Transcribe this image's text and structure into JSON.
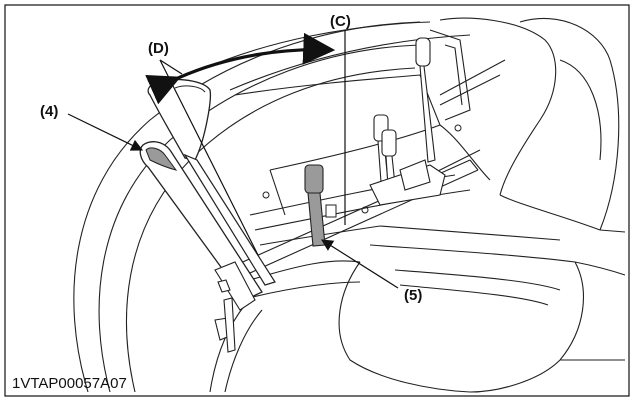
{
  "figure": {
    "code": "1VTAP00057A07",
    "callouts": {
      "c": "(C)",
      "d": "(D)",
      "four": "(4)",
      "five": "(5)"
    }
  },
  "colors": {
    "line": "#111111",
    "background": "#ffffff",
    "shade": "#9a9a9a"
  }
}
